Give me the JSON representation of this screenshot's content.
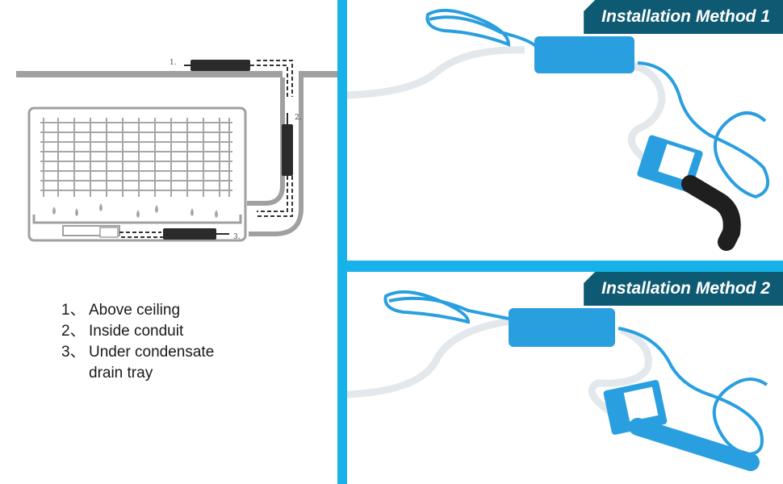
{
  "left": {
    "diagram_marks": [
      "1.",
      "2.",
      "3."
    ],
    "legend": [
      {
        "num": "1、",
        "text": "Above ceiling"
      },
      {
        "num": "2、",
        "text": "Inside conduit"
      },
      {
        "num": "3、",
        "text": "Under condensate"
      },
      {
        "num": "",
        "text": "drain tray"
      }
    ]
  },
  "panels": [
    {
      "title": "Installation Method 1"
    },
    {
      "title": "Installation Method 2"
    }
  ],
  "colors": {
    "accent": "#18b2ea",
    "banner": "#0f5a73",
    "pump_blue": "#2a9fe0",
    "diagram_gray": "#9a9a9a"
  }
}
